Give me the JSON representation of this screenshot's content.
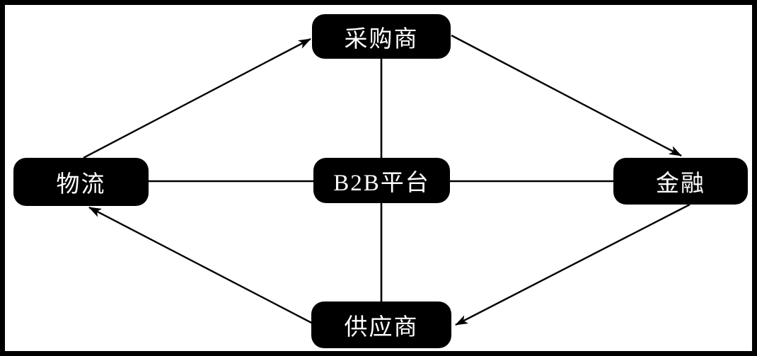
{
  "diagram": {
    "nodes": [
      {
        "id": "purchaser",
        "label": "采购商",
        "position": "top"
      },
      {
        "id": "logistics",
        "label": "物流",
        "position": "left"
      },
      {
        "id": "platform",
        "label": "B2B平台",
        "position": "center"
      },
      {
        "id": "finance",
        "label": "金融",
        "position": "right"
      },
      {
        "id": "supplier",
        "label": "供应商",
        "position": "bottom"
      }
    ],
    "edges": [
      {
        "from": "logistics",
        "to": "purchaser",
        "directed": true
      },
      {
        "from": "purchaser",
        "to": "finance",
        "directed": true
      },
      {
        "from": "finance",
        "to": "supplier",
        "directed": true
      },
      {
        "from": "supplier",
        "to": "logistics",
        "directed": true
      },
      {
        "from": "platform",
        "to": "purchaser",
        "directed": false
      },
      {
        "from": "platform",
        "to": "logistics",
        "directed": false
      },
      {
        "from": "platform",
        "to": "finance",
        "directed": false
      },
      {
        "from": "platform",
        "to": "supplier",
        "directed": false
      }
    ],
    "colors": {
      "node_background": "#000000",
      "node_text": "#ffffff",
      "line": "#000000",
      "background": "#ffffff",
      "frame": "#000000"
    }
  }
}
